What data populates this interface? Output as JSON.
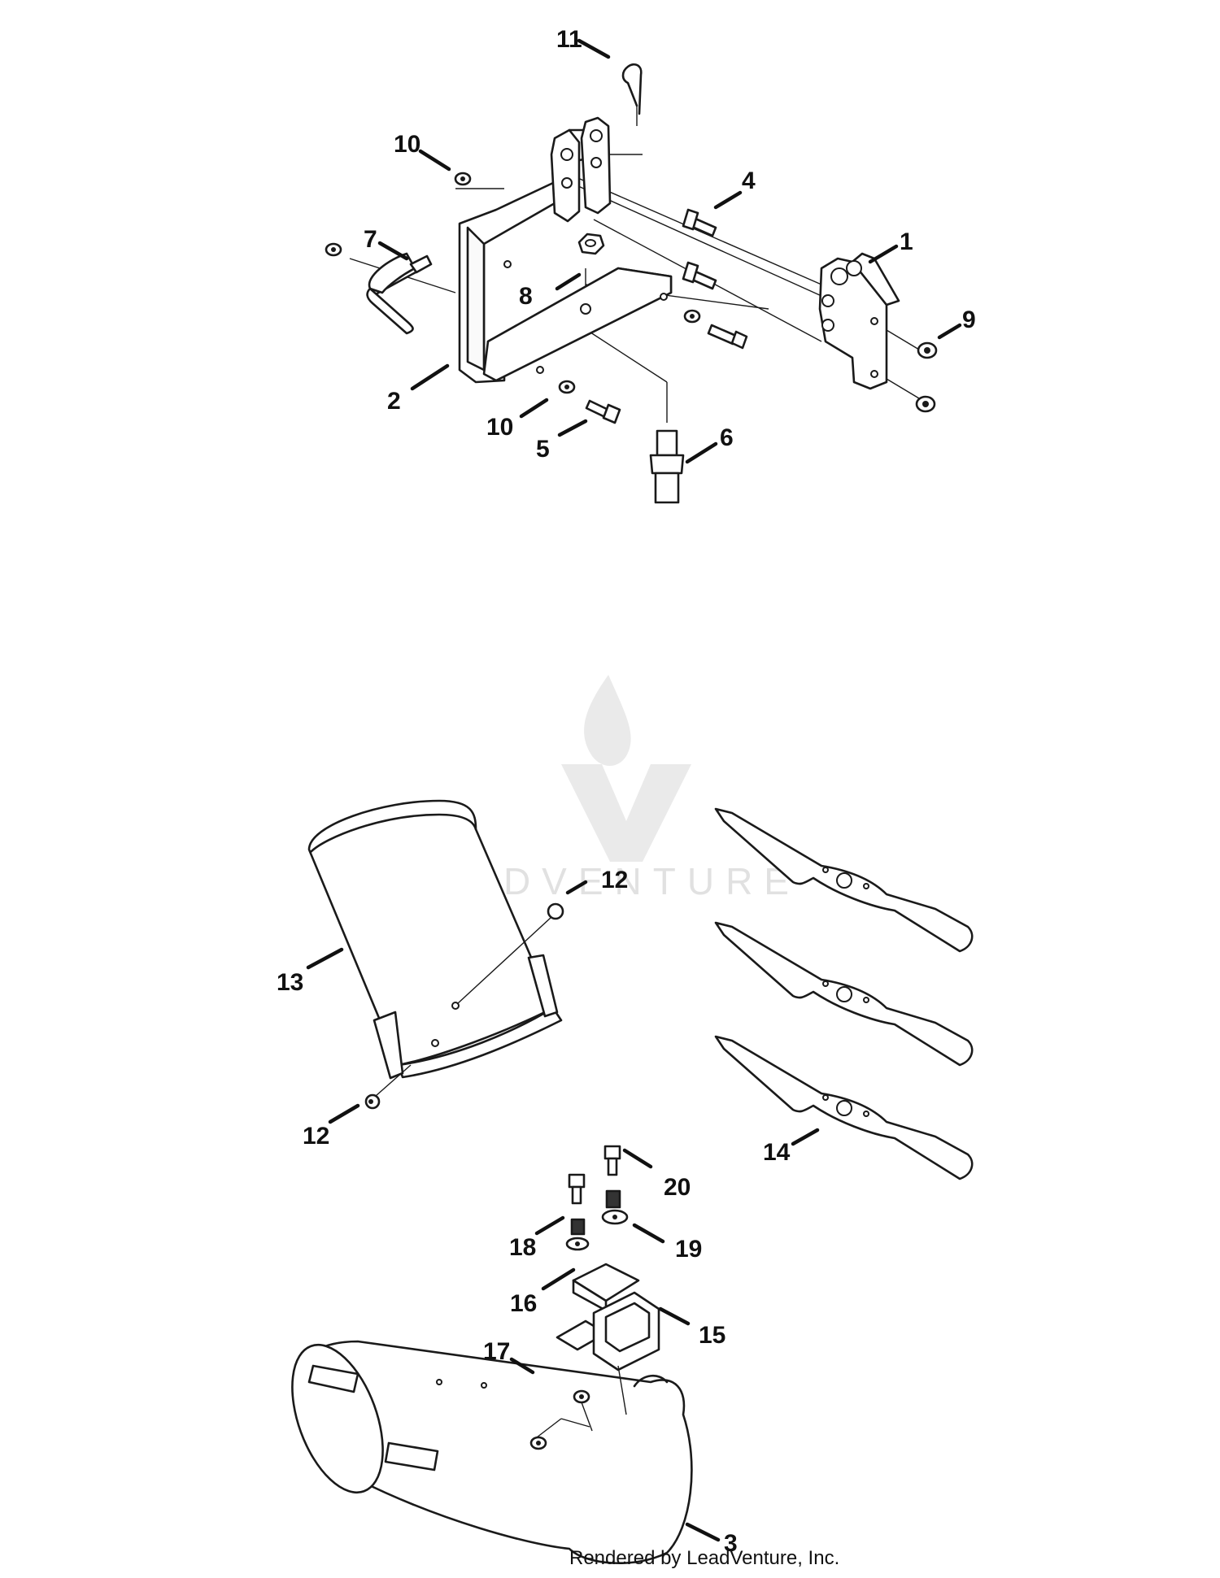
{
  "callouts": [
    {
      "id": "c1",
      "text": "1"
    },
    {
      "id": "c2",
      "text": "2"
    },
    {
      "id": "c3",
      "text": "3"
    },
    {
      "id": "c4",
      "text": "4"
    },
    {
      "id": "c5",
      "text": "5"
    },
    {
      "id": "c6",
      "text": "6"
    },
    {
      "id": "c7",
      "text": "7"
    },
    {
      "id": "c8",
      "text": "8"
    },
    {
      "id": "c9",
      "text": "9"
    },
    {
      "id": "c10a",
      "text": "10"
    },
    {
      "id": "c10b",
      "text": "10"
    },
    {
      "id": "c11",
      "text": "11"
    },
    {
      "id": "c12a",
      "text": "12"
    },
    {
      "id": "c12b",
      "text": "12"
    },
    {
      "id": "c13",
      "text": "13"
    },
    {
      "id": "c14",
      "text": "14"
    },
    {
      "id": "c15",
      "text": "15"
    },
    {
      "id": "c16",
      "text": "16"
    },
    {
      "id": "c17",
      "text": "17"
    },
    {
      "id": "c18",
      "text": "18"
    },
    {
      "id": "c19",
      "text": "19"
    },
    {
      "id": "c20",
      "text": "20"
    }
  ],
  "watermark": "LEADVENTURE",
  "footer": "Rendered by LeadVenture, Inc."
}
